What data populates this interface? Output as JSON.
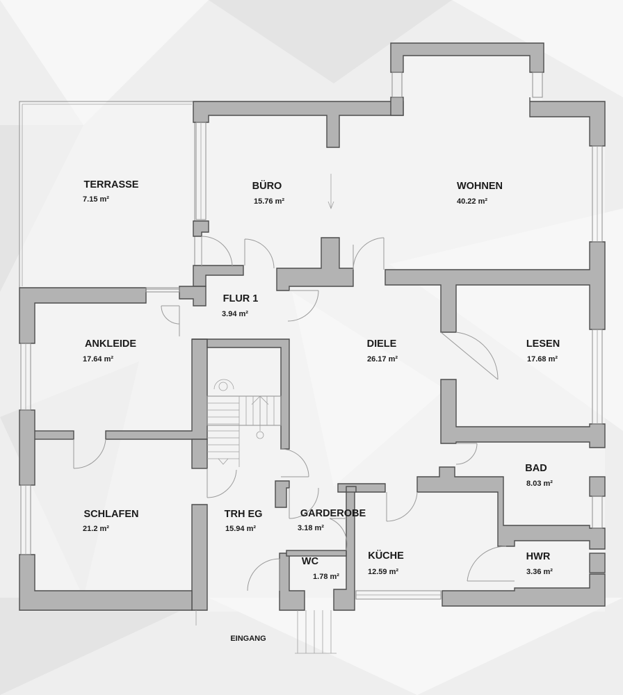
{
  "rooms": {
    "terrasse": {
      "name": "TERRASSE",
      "area": "7.15 m²"
    },
    "buero": {
      "name": "BÜRO",
      "area": "15.76 m²"
    },
    "wohnen": {
      "name": "WOHNEN",
      "area": "40.22 m²"
    },
    "flur1": {
      "name": "FLUR 1",
      "area": "3.94 m²"
    },
    "ankleide": {
      "name": "ANKLEIDE",
      "area": "17.64 m²"
    },
    "diele": {
      "name": "DIELE",
      "area": "26.17 m²"
    },
    "lesen": {
      "name": "LESEN",
      "area": "17.68 m²"
    },
    "bad": {
      "name": "BAD",
      "area": "8.03 m²"
    },
    "schlafen": {
      "name": "SCHLAFEN",
      "area": "21.2 m²"
    },
    "trh_eg": {
      "name": "TRH EG",
      "area": "15.94 m²"
    },
    "garderobe": {
      "name": "GARDEROBE",
      "area": "3.18 m²"
    },
    "wc": {
      "name": "WC",
      "area": "1.78 m²"
    },
    "kueche": {
      "name": "KÜCHE",
      "area": "12.59 m²"
    },
    "hwr": {
      "name": "HWR",
      "area": "3.36 m²"
    }
  },
  "entrance": {
    "label": "EINGANG"
  }
}
